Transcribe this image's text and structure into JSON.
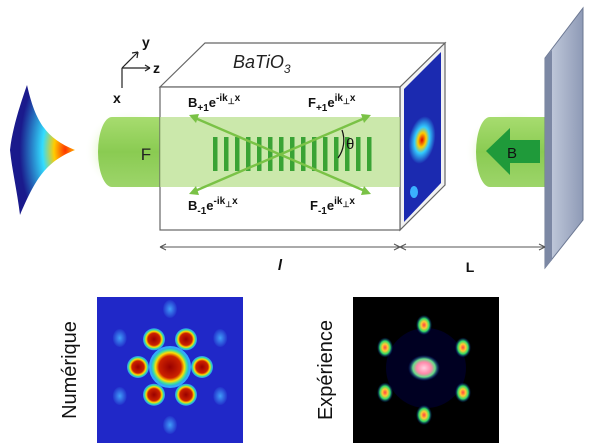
{
  "crystal": {
    "material": "BaTiO",
    "material_sub": "3"
  },
  "axes": {
    "y": "y",
    "z": "z",
    "x": "x"
  },
  "beams": {
    "forward": "F",
    "backward": "B"
  },
  "waves": {
    "b_plus": {
      "base": "B",
      "sub": "+1",
      "sup_pre": "-ik",
      "sup_perp": "⊥",
      "sup_post": "x"
    },
    "f_plus": {
      "base": "F",
      "sub": "+1",
      "sup_pre": "ik",
      "sup_perp": "⊥",
      "sup_post": "x"
    },
    "b_minus": {
      "base": "B",
      "sub": "-1",
      "sup_pre": "-ik",
      "sup_perp": "⊥",
      "sup_post": "x"
    },
    "f_minus": {
      "base": "F",
      "sub": "-1",
      "sup_pre": "ik",
      "sup_perp": "⊥",
      "sup_post": "x"
    },
    "exp_letter": "e"
  },
  "angle_label": "θ",
  "dimensions": {
    "crystal_length": "l",
    "mirror_distance": "L"
  },
  "panels": {
    "numerical": "Numérique",
    "experimental": "Expérience"
  },
  "colors": {
    "crystal_front": "#ffffff",
    "crystal_edge": "#555555",
    "beam_green": "#7cc24a",
    "grating_green": "#3aa335",
    "mirror": "#a9b4cc",
    "pattern_background_blue": "#2222cc",
    "pattern_spot_red": "#aa1100",
    "exp_background": "#000000"
  }
}
